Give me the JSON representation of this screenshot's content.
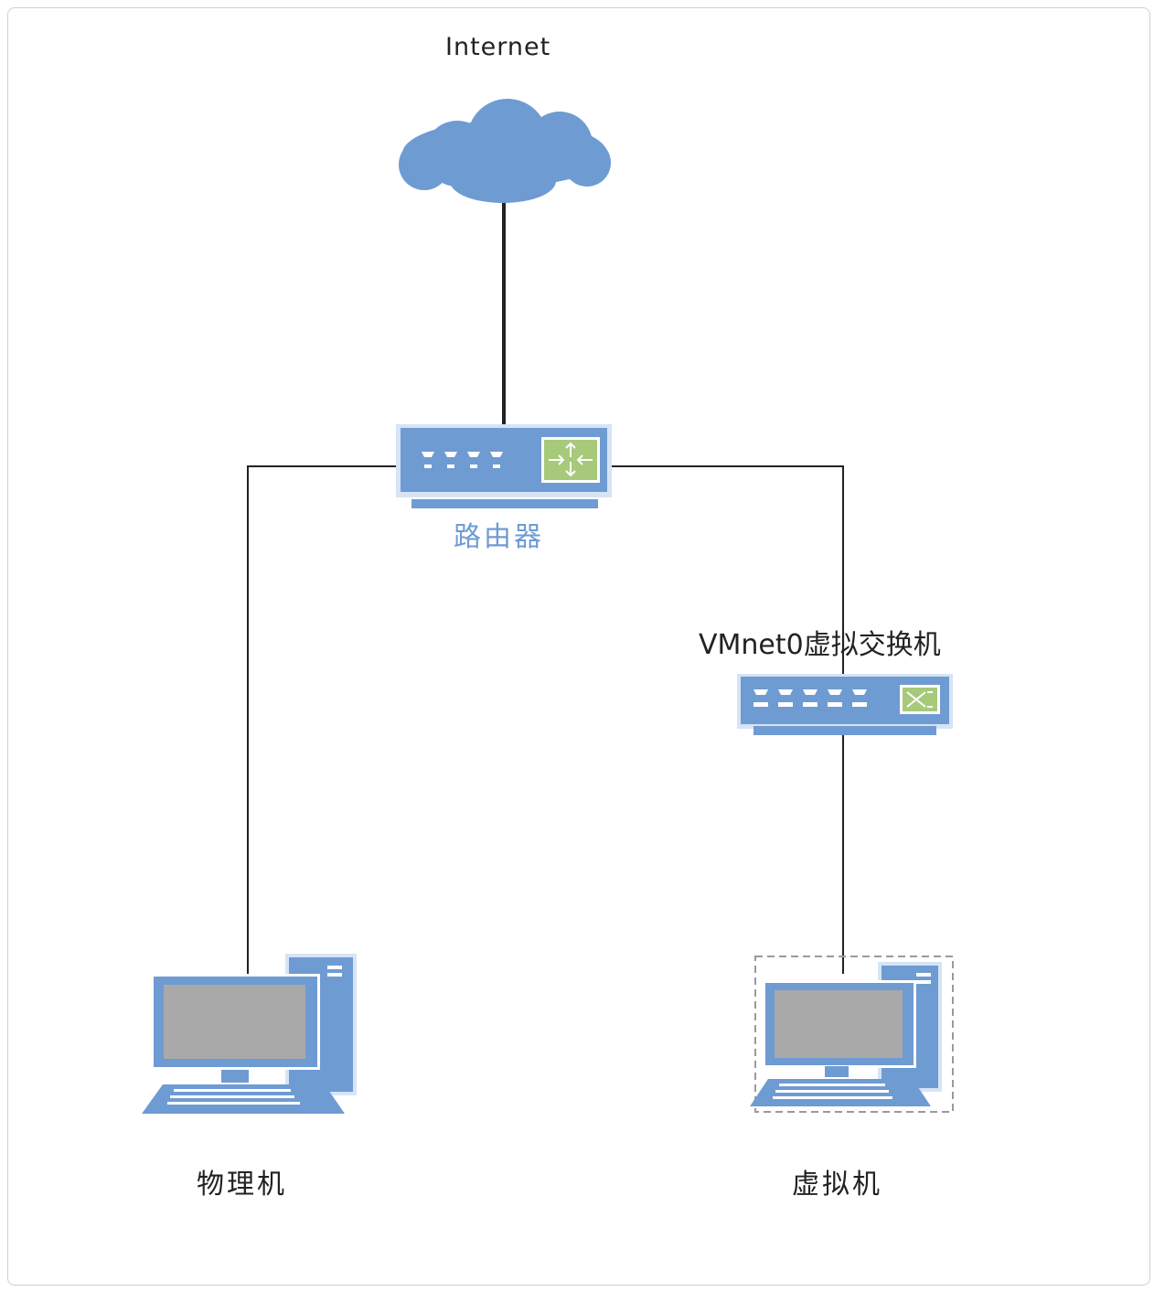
{
  "nodes": {
    "internet": {
      "label": "Internet",
      "icon": "cloud-icon"
    },
    "router": {
      "label": "路由器",
      "icon": "router-icon"
    },
    "switch": {
      "label": "VMnet0虚拟交换机",
      "icon": "switch-icon"
    },
    "physical_pc": {
      "label": "物理机",
      "icon": "desktop-computer-icon"
    },
    "virtual_pc": {
      "label": "虚拟机",
      "icon": "virtual-computer-icon"
    }
  },
  "links": [
    {
      "from": "internet",
      "to": "router"
    },
    {
      "from": "router",
      "to": "physical_pc"
    },
    {
      "from": "router",
      "to": "switch"
    },
    {
      "from": "switch",
      "to": "virtual_pc"
    }
  ],
  "colors": {
    "device_blue": "#6f9bd3",
    "device_light": "#d6e4f5",
    "screen_gray": "#a9a9a9",
    "router_green": "#a6c97a",
    "line": "#222222"
  }
}
